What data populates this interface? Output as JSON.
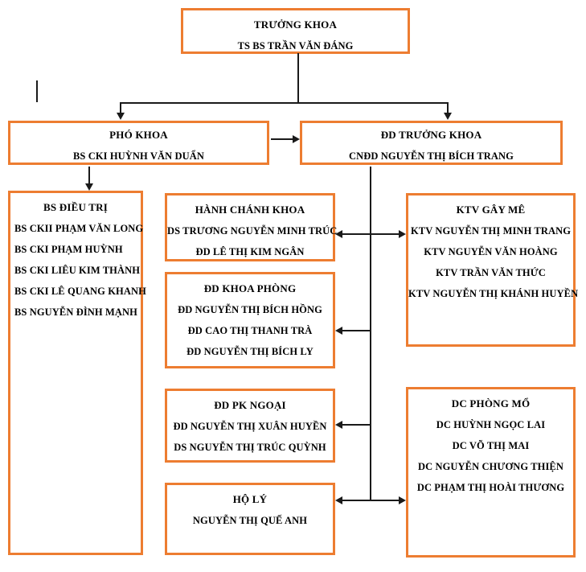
{
  "diagram": {
    "accent_color": "#ED7D31",
    "connector_color": "#1a1a1a",
    "nodes": {
      "truong_khoa": {
        "title": "TRƯỞNG KHOA",
        "members": [
          "TS BS TRẦN VĂN ĐÁNG"
        ]
      },
      "pho_khoa": {
        "title": "PHÓ KHOA",
        "members": [
          "BS CKI HUỲNH VĂN DUẨN"
        ]
      },
      "dd_truong_khoa": {
        "title": "ĐD TRƯỞNG KHOA",
        "members": [
          "CNĐD NGUYỄN THỊ BÍCH TRANG"
        ]
      },
      "bs_dieu_tri": {
        "title": "BS ĐIỀU TRỊ",
        "members": [
          "BS CKII PHẠM VĂN LONG",
          "BS CKI PHẠM HUỲNH",
          "BS CKI LIÊU KIM THÀNH",
          "BS CKI LÊ QUANG KHANH",
          "BS NGUYỄN ĐÌNH MẠNH"
        ]
      },
      "hanh_chanh_khoa": {
        "title": "HÀNH CHÁNH KHOA",
        "members": [
          "DS TRƯƠNG NGUYỄN MINH TRÚC",
          "ĐD LÊ THỊ KIM NGÂN"
        ]
      },
      "dd_khoa_phong": {
        "title": "ĐD KHOA PHÒNG",
        "members": [
          "ĐD NGUYỄN THỊ BÍCH HỒNG",
          "ĐD CAO THỊ THANH TRÀ",
          "ĐD NGUYỄN THỊ BÍCH LY"
        ]
      },
      "dd_pk_ngoai": {
        "title": "ĐD PK NGOẠI",
        "members": [
          "ĐD NGUYỄN THỊ XUÂN HUYỀN",
          "DS NGUYỄN THỊ TRÚC QUỲNH"
        ]
      },
      "ho_ly": {
        "title": "HỘ LÝ",
        "members": [
          "NGUYỄN THỊ QUẾ ANH"
        ]
      },
      "ktv_gay_me": {
        "title": "KTV GÂY MÊ",
        "members": [
          "KTV NGUYỄN THỊ MINH TRANG",
          "KTV NGUYỄN VĂN HOÀNG",
          "KTV TRẦN VĂN THỨC",
          "KTV NGUYỄN THỊ KHÁNH HUYỀN"
        ]
      },
      "dc_phong_mo": {
        "title": "DC PHÒNG MỔ",
        "members": [
          "DC HUỲNH NGỌC LAI",
          "DC VÕ THỊ MAI",
          "DC NGUYỄN CHƯƠNG THIỆN",
          "DC PHẠM THỊ HOÀI THƯƠNG"
        ]
      }
    }
  }
}
